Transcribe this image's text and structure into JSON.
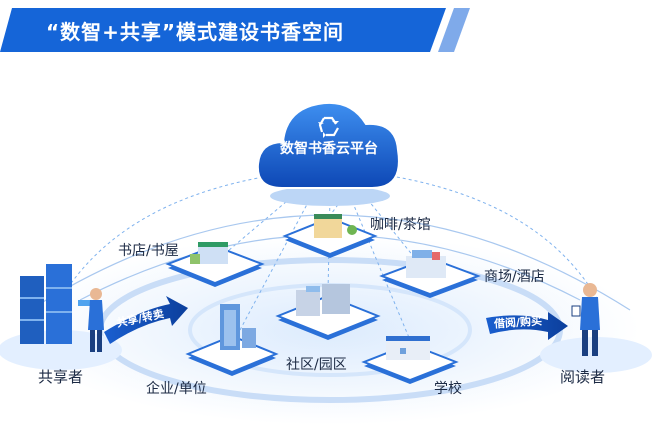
{
  "title": "“数智+共享”模式建设书香空间",
  "platform": {
    "label": "数智书香云平台",
    "icon": "recycle-icon"
  },
  "nodes": {
    "bookstore": "书店/书屋",
    "cafe": "咖啡/茶馆",
    "mall": "商场/酒店",
    "enterprise": "企业/单位",
    "community": "社区/园区",
    "school": "学校"
  },
  "left": {
    "label": "共享者",
    "arrow": "共享/转卖"
  },
  "right": {
    "label": "阅读者",
    "arrow": "借阅/购买"
  },
  "colors": {
    "primary": "#1565d8",
    "dark": "#0c3f9c",
    "light": "#e3f0ff",
    "accent": "#2d8cf0"
  }
}
